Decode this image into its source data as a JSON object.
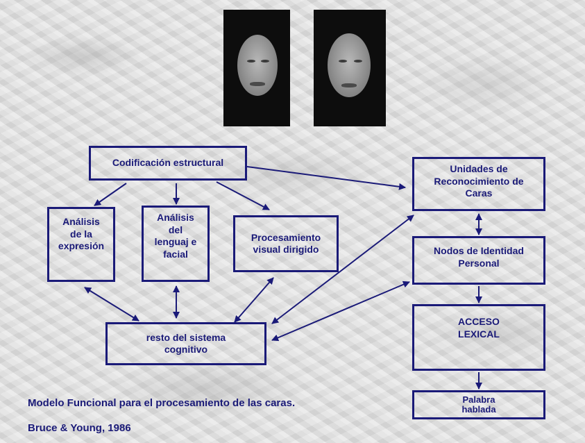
{
  "photos": [
    {
      "name": "face-photo-left"
    },
    {
      "name": "face-photo-right"
    }
  ],
  "nodes": {
    "codificacion": "Codificación estructural",
    "analisis_expresion": "Análisis de la expresión",
    "analisis_lenguaje": "Análisis del lenguaj e facial",
    "procesamiento": "Procesamiento visual dirigido",
    "resto": "resto del sistema cognitivo",
    "unidades": "Unidades de Reconocimiento de Caras",
    "nodos": "Nodos de Identidad Personal",
    "acceso": "ACCESO LEXICAL",
    "palabra": "Palabra hablada"
  },
  "caption": {
    "title": "Modelo Funcional para el procesamiento de las caras.",
    "citation": "Bruce & Young, 1986"
  },
  "colors": {
    "ink": "#1a1a78"
  }
}
